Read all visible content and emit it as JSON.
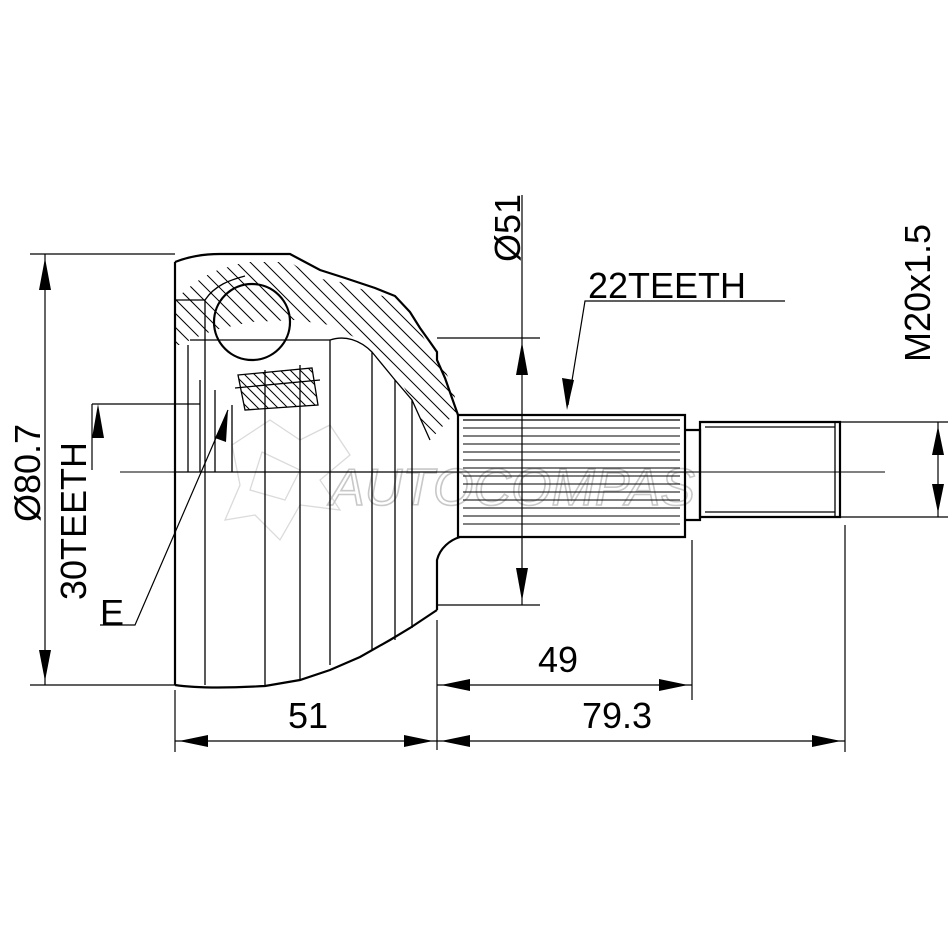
{
  "labels": {
    "body_diameter": "Ø80.7",
    "neck_diameter": "Ø51",
    "outer_spline": "22TEETH",
    "thread": "M20x1.5",
    "inner_spline": "30TEETH",
    "marker": "E",
    "shaft_length": "49",
    "body_length": "51",
    "overall_length": "79.3"
  },
  "watermark": "AUTOCOMPAS"
}
